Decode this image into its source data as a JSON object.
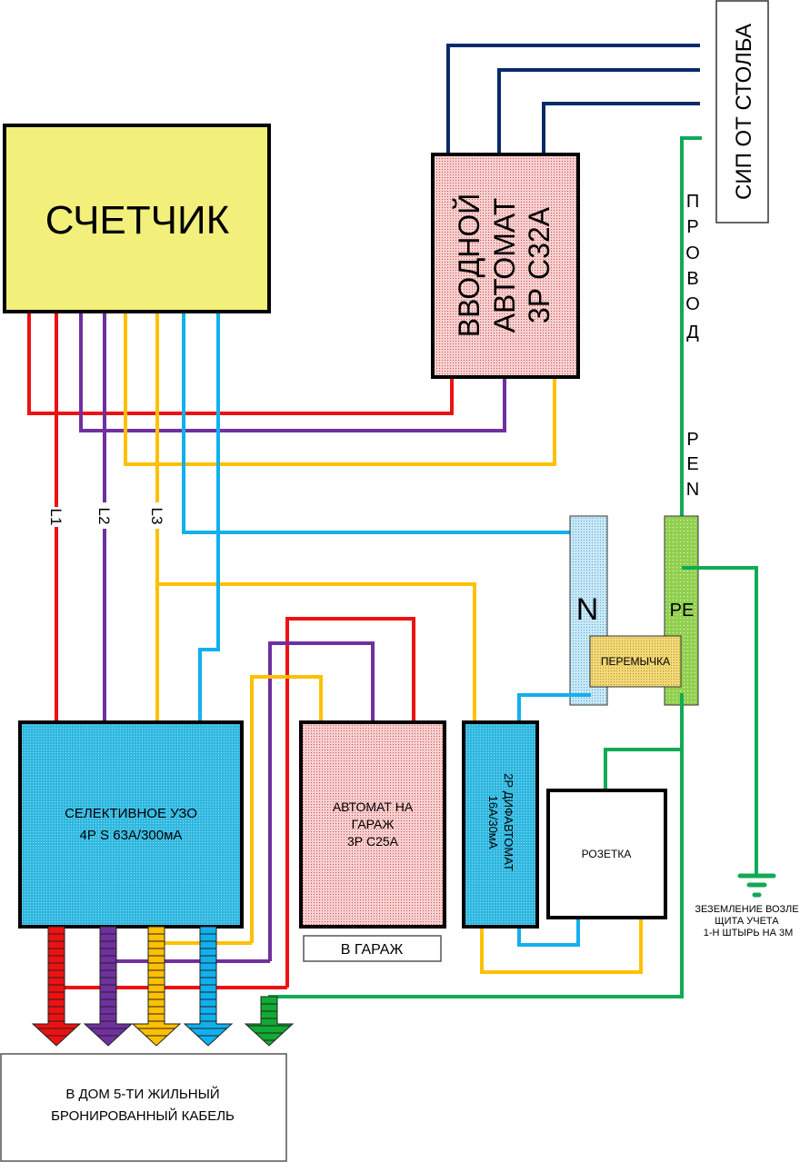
{
  "colors": {
    "phase_l1": "#ee1111",
    "phase_l2": "#7030a0",
    "phase_l3": "#ffc000",
    "neutral": "#11b0ee",
    "earth": "#11aa55",
    "supply": "#0a2a6a",
    "meter_fill": "#f2f07a",
    "breaker_fill": "#f4c6c6",
    "rcd_fill": "#2ab0d8",
    "n_bus_fill": "#bfe4f4",
    "pe_bus_fill": "#90d050",
    "jumper_fill": "#f0d070"
  },
  "meter": {
    "label": "СЧЕТЧИК"
  },
  "main_breaker": {
    "lines": [
      "ВВОДНОЙ",
      "АВТОМАТ",
      "3Р С32А"
    ]
  },
  "supply": {
    "label": "СИП ОТ СТОЛБА"
  },
  "pen_wire": {
    "label_top": "П Р О В О Д",
    "label_bottom": "P E N"
  },
  "phase_labels": [
    "L1",
    "L2",
    "L3"
  ],
  "n_bus": {
    "label": "N"
  },
  "pe_bus": {
    "label": "PE"
  },
  "jumper": {
    "label": "ПЕРЕМЫЧКА"
  },
  "rcd": {
    "lines": [
      "СЕЛЕКТИВНОЕ УЗО",
      "4Р  S 63А/300мА"
    ]
  },
  "garage_breaker": {
    "lines": [
      "АВТОМАТ НА",
      "ГАРАЖ",
      "3Р  С25А"
    ],
    "caption": "В  ГАРАЖ"
  },
  "rcbo": {
    "lines": [
      "2Р ДИФАВТОМАТ",
      "16А/30мА"
    ]
  },
  "socket": {
    "label": "РОЗЕТКА"
  },
  "grounding": {
    "lines": [
      "ЗЕЗЕМЛЕНИЕ ВОЗЛЕ",
      "ЩИТА УЧЕТА",
      "1-Н ШТЫРЬ НА 3М"
    ]
  },
  "house_cable": {
    "lines": [
      "В ДОМ 5-ТИ ЖИЛЬНЫЙ",
      "БРОНИРОВАННЫЙ КАБЕЛЬ"
    ]
  }
}
